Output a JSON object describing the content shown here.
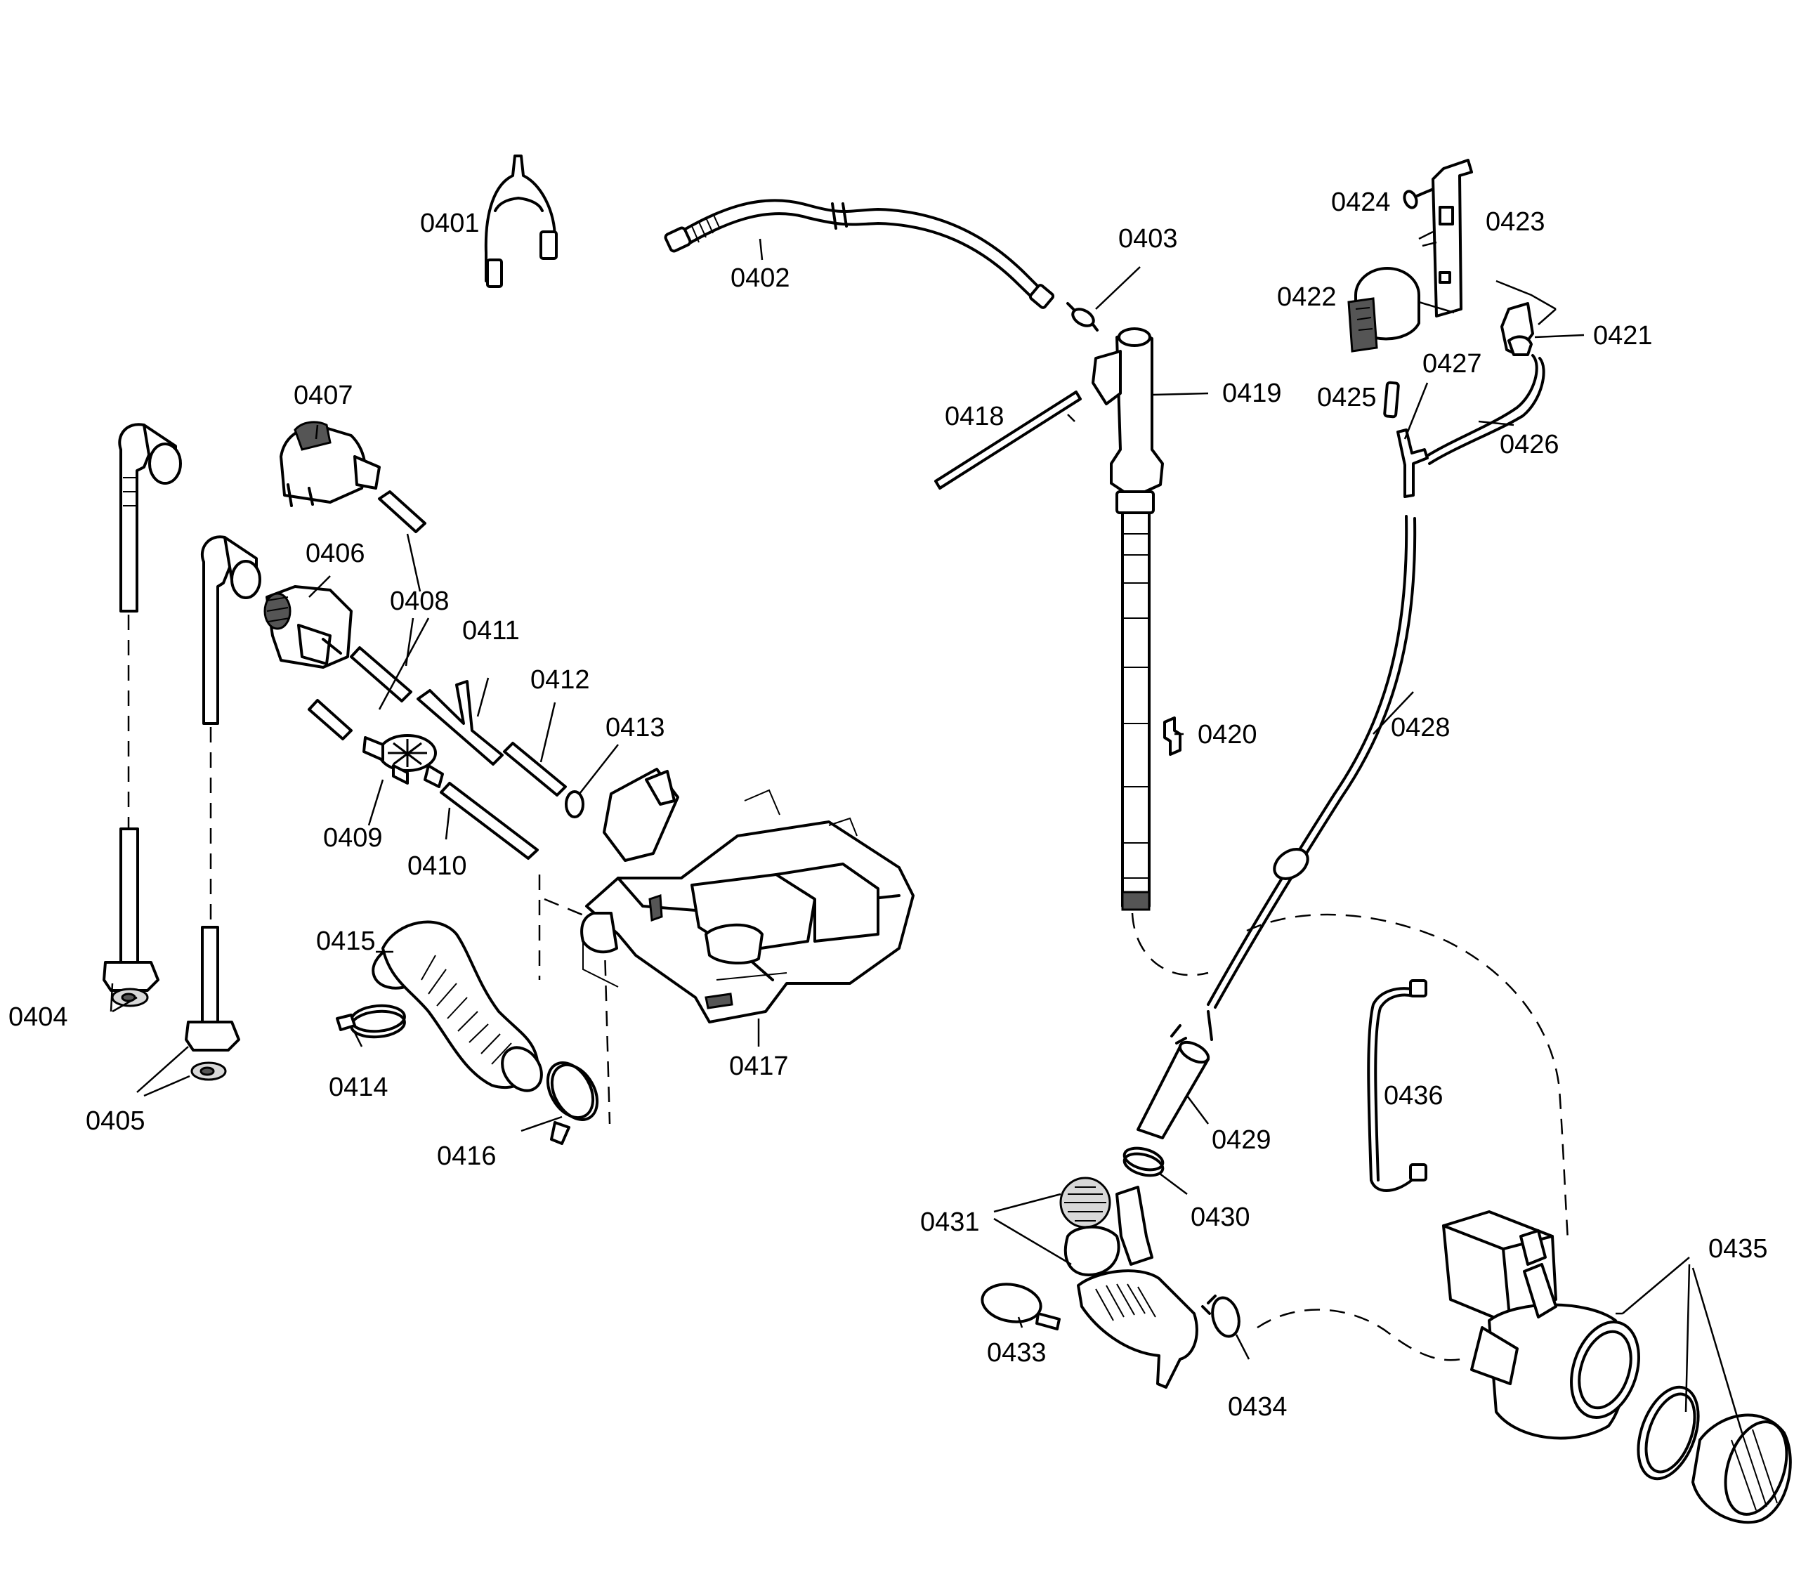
{
  "labels": {
    "l0401": "0401",
    "l0402": "0402",
    "l0403": "0403",
    "l0404": "0404",
    "l0405": "0405",
    "l0406": "0406",
    "l0407": "0407",
    "l0408": "0408",
    "l0409": "0409",
    "l0410": "0410",
    "l0411": "0411",
    "l0412": "0412",
    "l0413": "0413",
    "l0414": "0414",
    "l0415": "0415",
    "l0416": "0416",
    "l0417": "0417",
    "l0418": "0418",
    "l0419": "0419",
    "l0420": "0420",
    "l0421": "0421",
    "l0422": "0422",
    "l0423": "0423",
    "l0424": "0424",
    "l0425": "0425",
    "l0426": "0426",
    "l0427": "0427",
    "l0428": "0428",
    "l0429": "0429",
    "l0430": "0430",
    "l0431": "0431",
    "l0433": "0433",
    "l0434": "0434",
    "l0435": "0435",
    "l0436": "0436"
  }
}
